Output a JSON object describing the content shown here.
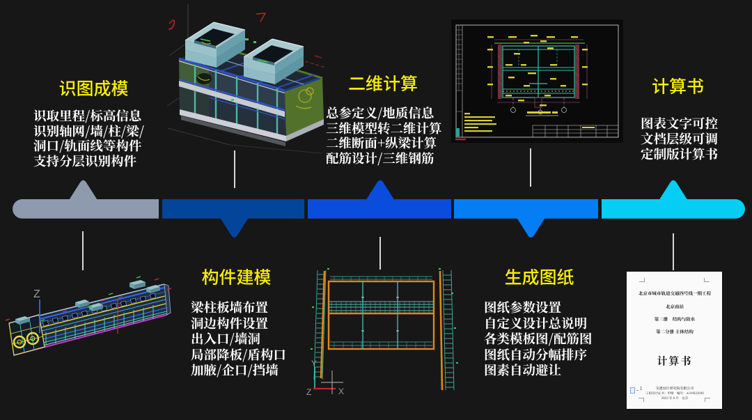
{
  "slide": {
    "description": "软件功能流程图：识图成模 → 构件建模 → 二维计算 → 生成图纸 → 计算书",
    "background": "#171717"
  },
  "colors": {
    "bg": "#171717",
    "yellow": "#f7ef00",
    "text": "#ffffff",
    "connector": "#d8d8d8",
    "paper": "#fafafa",
    "seg1": "#8e9aad",
    "seg2": "#04459c",
    "seg3": "#0a4cdc",
    "seg4": "#047df5",
    "seg5": "#06cdf4"
  },
  "sections": [
    {
      "title": "识图成模",
      "lines": [
        "识取里程/标高信息",
        "识别轴网/墙/柱/梁/",
        "洞口/轨面线等构件",
        "支持分层识别构件"
      ]
    },
    {
      "title": "构件建模",
      "lines": [
        "梁柱板墙布置",
        "洞边构件设置",
        "出入口/墙洞",
        "局部降板/盾构口",
        "加腋/企口/挡墙"
      ]
    },
    {
      "title": "二维计算",
      "lines": [
        "总参定义/地质信息",
        "三维模型转二维计算",
        "二维断面+纵梁计算",
        "配筋设计/三维钢筋"
      ]
    },
    {
      "title": "生成图纸",
      "lines": [
        "图纸参数设置",
        "自定义设计总说明",
        "各类模板图/配筋图",
        "图纸自动分幅排序",
        "图素自动避让"
      ]
    },
    {
      "title": "计算书",
      "lines": [
        "图表文字可控",
        "文档层级可调",
        "定制版计算书"
      ]
    }
  ],
  "timeline": {
    "segments": [
      {
        "label": "识图成模",
        "color": "#8e9aad",
        "arrow": "up"
      },
      {
        "label": "构件建模",
        "color": "#04459c",
        "arrow": "down"
      },
      {
        "label": "二维计算",
        "color": "#0a4cdc",
        "arrow": "up"
      },
      {
        "label": "生成图纸",
        "color": "#047df5",
        "arrow": "down"
      },
      {
        "label": "计算书",
        "color": "#06cdf4",
        "arrow": "up"
      }
    ]
  },
  "document_page": {
    "header_lines": [
      "北京市城市轨道交通四号线一期工程",
      "北京南站",
      "第二册　结构与防水",
      "第二分册  主体结构"
    ],
    "title": "计算书",
    "footer_lines": [
      "交通设计研究院有限公司",
      "工程设计证书：甲级　编号：A144022040",
      "2022 年 6 月　北京"
    ],
    "page_marker": "1"
  },
  "axis": {
    "building_z": "Z",
    "section_y": "Y",
    "section_x": "X",
    "section_z": "Z"
  }
}
